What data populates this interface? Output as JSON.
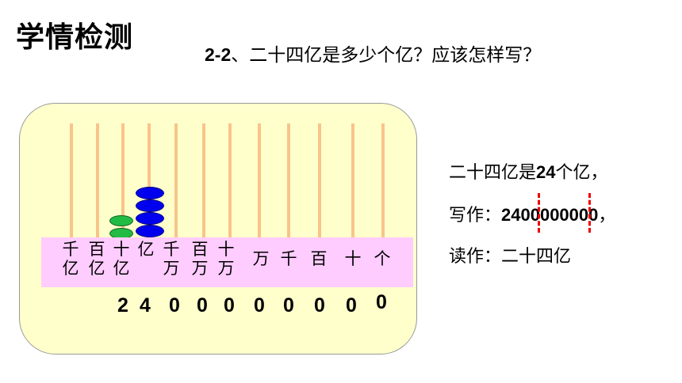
{
  "title": "学情检测",
  "question": {
    "number": "2-2",
    "text": "、二十四亿是多少个亿？应该怎样写？"
  },
  "abacus": {
    "rod_color": "#f8c48a",
    "bead_colors": {
      "tens_of_hundred_millions": "#22bb44",
      "hundred_millions": "#0000ee"
    },
    "bead_counts": {
      "十亿": 2,
      "亿": 4
    },
    "places": [
      {
        "top": "千",
        "bottom": "亿"
      },
      {
        "top": "百",
        "bottom": "亿"
      },
      {
        "top": "十",
        "bottom": "亿"
      },
      {
        "top": "亿",
        "bottom": ""
      },
      {
        "top": "千",
        "bottom": "万"
      },
      {
        "top": "百",
        "bottom": "万"
      },
      {
        "top": "十",
        "bottom": "万"
      },
      {
        "top": "万",
        "bottom": ""
      },
      {
        "top": "千",
        "bottom": ""
      },
      {
        "top": "百",
        "bottom": ""
      },
      {
        "top": "十",
        "bottom": ""
      },
      {
        "top": "个",
        "bottom": ""
      }
    ],
    "digits": [
      "2",
      "4",
      "0",
      "0",
      "0",
      "0",
      "0",
      "0",
      "0",
      "0"
    ]
  },
  "answer": {
    "line1_pre": "二十四亿是",
    "line1_num": "24",
    "line1_post": "个亿，",
    "line2_label": "写作：",
    "line2_num": "2400000000",
    "line2_post": "，",
    "line3_label": "读作：",
    "line3_value": "二十四亿"
  }
}
